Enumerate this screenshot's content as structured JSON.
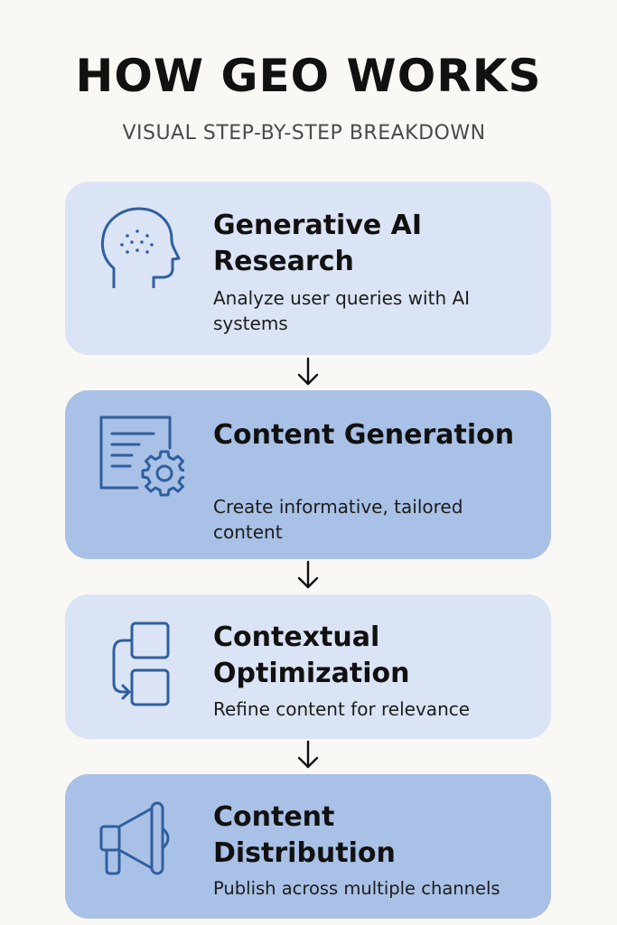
{
  "header": {
    "title": "HOW GEO WORKS",
    "subtitle": "VISUAL STEP-BY-STEP BREAKDOWN"
  },
  "colors": {
    "background": "#faf8f4",
    "card_light": "#dbe4f5",
    "card_dark": "#a9c1e6",
    "icon_stroke": "#2f5fa0",
    "arrow": "#111111"
  },
  "steps": [
    {
      "icon": "head-icon",
      "title": "Generative AI Research",
      "description": "Analyze user queries with AI systems"
    },
    {
      "icon": "document-gear-icon",
      "title": "Content Generation",
      "description": "Create informative, tailored content"
    },
    {
      "icon": "flow-boxes-icon",
      "title": "Contextual Optimization",
      "description": "Refine content for relevance"
    },
    {
      "icon": "megaphone-icon",
      "title": "Content Distribution",
      "description": "Publish across multiple channels"
    }
  ]
}
